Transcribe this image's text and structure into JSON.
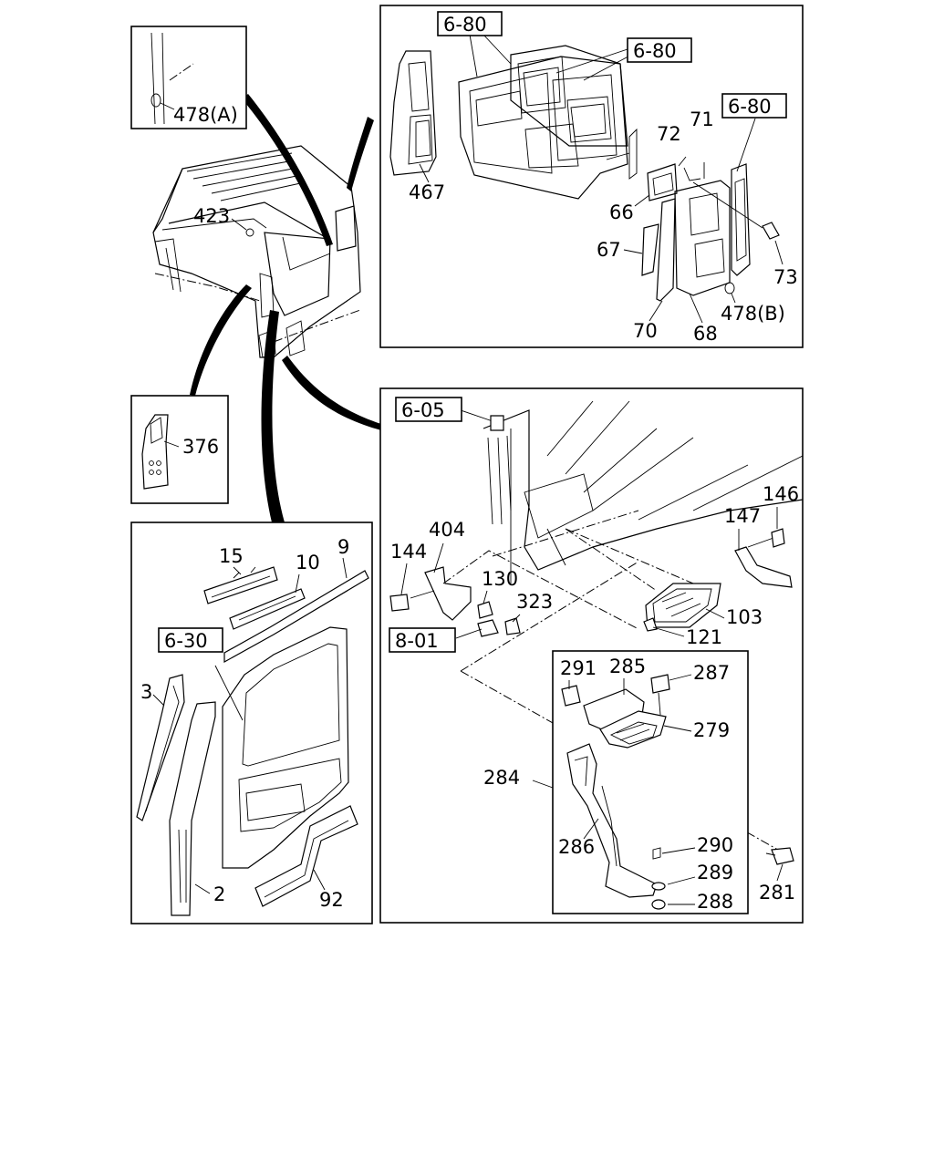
{
  "callouts": {
    "c478a": "478(A)",
    "c423": "423",
    "c376": "376",
    "c467": "467",
    "c72": "72",
    "c71": "71",
    "c66": "66",
    "c67": "67",
    "c73": "73",
    "c70": "70",
    "c68": "68",
    "c478b": "478(B)",
    "c15": "15",
    "c10": "10",
    "c9": "9",
    "c3": "3",
    "c2": "2",
    "c92": "92",
    "c404": "404",
    "c144": "144",
    "c130": "130",
    "c323": "323",
    "c147": "147",
    "c146": "146",
    "c103": "103",
    "c121": "121",
    "c291": "291",
    "c285": "285",
    "c287": "287",
    "c279": "279",
    "c284": "284",
    "c286": "286",
    "c290": "290",
    "c289": "289",
    "c288": "288",
    "c281": "281"
  },
  "refs": {
    "r680a": "6-80",
    "r680b": "6-80",
    "r680c": "6-80",
    "r605": "6-05",
    "r630": "6-30",
    "r801": "8-01"
  }
}
